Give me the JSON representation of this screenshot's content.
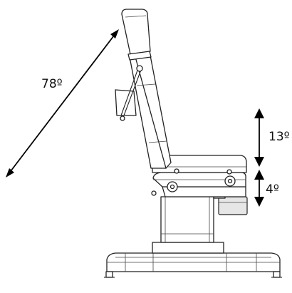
{
  "labels": {
    "backrest_angle": "78º",
    "tilt_up": "13º",
    "tilt_down": "4º"
  },
  "colors": {
    "line": "#222222",
    "arrow": "#000000",
    "background": "#ffffff"
  }
}
